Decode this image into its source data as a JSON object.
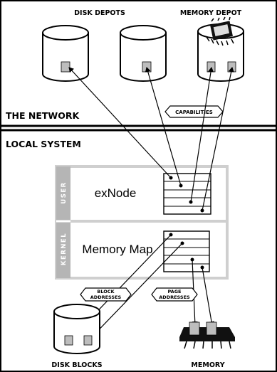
{
  "labels": {
    "disk_depots": "DISK DEPOTS",
    "memory_depot": "MEMORY DEPOT",
    "the_network": "THE NETWORK",
    "capabilities": "CAPABILITIES",
    "local_system": "LOCAL SYSTEM",
    "user": "USER",
    "kernel": "KERNEL",
    "exnode": "exNode",
    "memory_map": "Memory Map",
    "block_addresses": [
      "BLOCK",
      "ADDRESSES"
    ],
    "page_addresses": [
      "PAGE",
      "ADDRESSES"
    ],
    "disk_blocks": "DISK BLOCKS",
    "memory": "MEMORY"
  },
  "colors": {
    "ink": "#000000",
    "panel_gray": "#cfcfcf",
    "side_gray": "#b5b5b5",
    "block_gray": "#bdbdbd"
  }
}
